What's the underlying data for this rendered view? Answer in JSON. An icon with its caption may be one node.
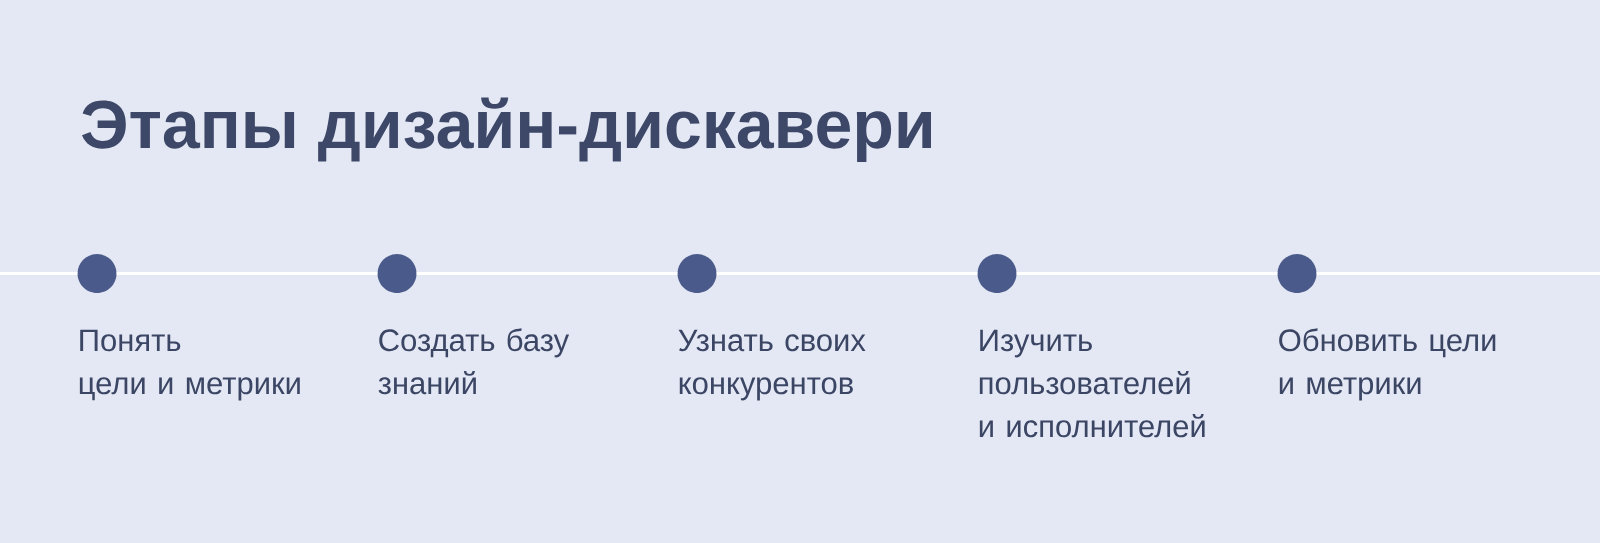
{
  "diagram": {
    "title": "Этапы дизайн-дискавери",
    "nodes": [
      {
        "text": [],
        "shape": "circle",
        "beside": [
          "Понять цели и метрики"
        ]
      },
      {
        "text": [],
        "shape": "circle",
        "beside": [
          "Создать базу знаний"
        ]
      },
      {
        "text": [],
        "shape": "circle",
        "beside": [
          "Узнать своих конкурентов"
        ]
      },
      {
        "text": [],
        "shape": "circle",
        "beside": [
          "Изучить пользователей и исполнителей"
        ]
      },
      {
        "text": [],
        "shape": "circle",
        "beside": [
          "Обновить цели и метрики"
        ]
      }
    ],
    "edges": [
      {
        "from": null,
        "to": 0,
        "arrow": "none"
      },
      {
        "from": 0,
        "to": 1,
        "arrow": "none"
      },
      {
        "from": 1,
        "to": 2,
        "arrow": "none"
      },
      {
        "from": 2,
        "to": 3,
        "arrow": "none"
      },
      {
        "from": 3,
        "to": 4,
        "arrow": "none"
      },
      {
        "from": 4,
        "to": null,
        "arrow": "none"
      }
    ]
  }
}
